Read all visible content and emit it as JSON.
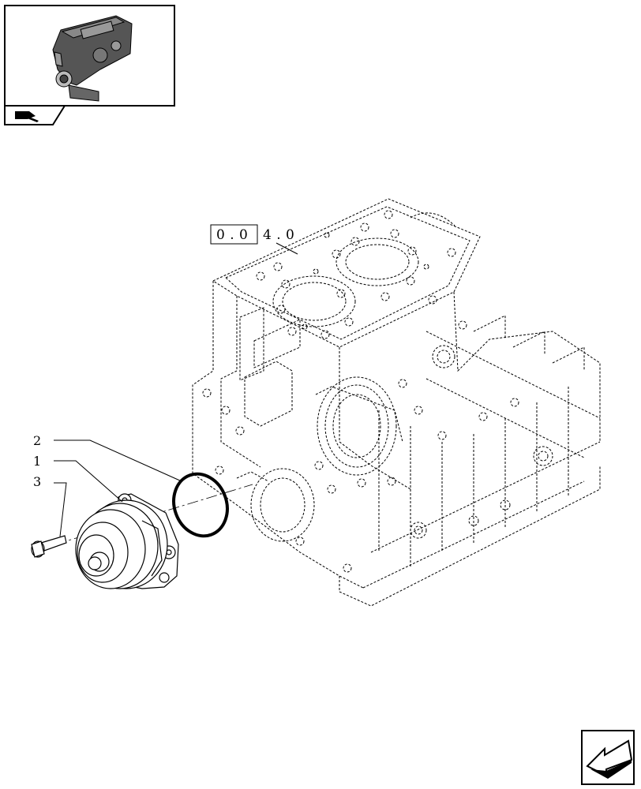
{
  "reference": {
    "boxed": "0 . 0",
    "rest": "4 . 0"
  },
  "callouts": [
    {
      "label": "2",
      "part": "o-ring-seal"
    },
    {
      "label": "1",
      "part": "water-pump"
    },
    {
      "label": "3",
      "part": "flange-bolt"
    }
  ],
  "icons": {
    "thumbnail": "engine-assembly-icon",
    "section_tab": "pencil-book-icon",
    "navigation": "arrow-back-icon"
  },
  "colors": {
    "line": "#000000",
    "background": "#ffffff"
  }
}
